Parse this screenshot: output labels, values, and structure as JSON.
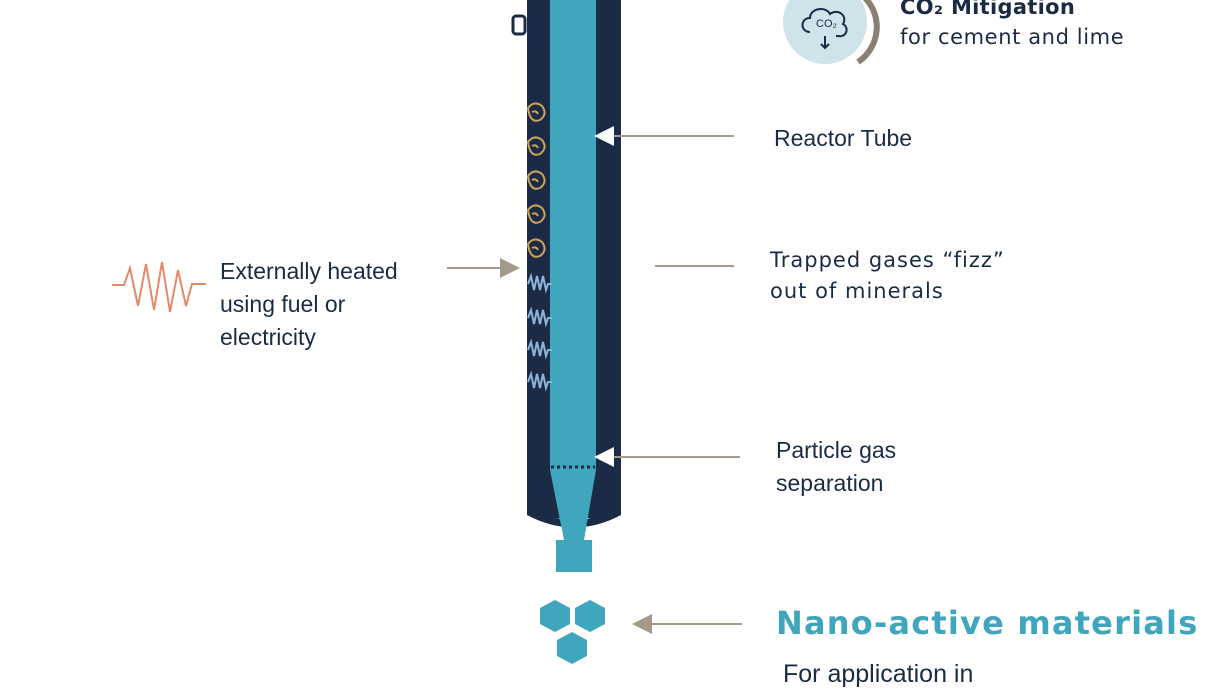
{
  "mitigation": {
    "title": "CO₂ Mitigation",
    "subtitle": "for cement and lime",
    "badge_text": "CO₂"
  },
  "reactor_tube_label": "Reactor Tube",
  "heating_label": [
    "Externally heated",
    "using fuel or",
    "electricity"
  ],
  "trapped_gases_label": [
    "Trapped gases “fizz”",
    "out of minerals"
  ],
  "separation_label": [
    "Particle gas",
    "separation"
  ],
  "nano_label": "Nano-active materials",
  "application_label": "For application in",
  "colors": {
    "navy": "#1c2b45",
    "teal": "#3fa6bd",
    "arrow_gray": "#a39a8c",
    "heat_orange": "#e28a6b",
    "mineral_gold": "#c9a35c",
    "gas_blue": "#8fb3da",
    "badge_blue": "#cfe3ea",
    "badge_ring": "#8a7f70"
  },
  "icons": [
    "co2-cloud-icon",
    "heat-wave-icon",
    "mineral-particle-icon",
    "gas-squiggle-icon",
    "hexagon-cluster-icon"
  ]
}
